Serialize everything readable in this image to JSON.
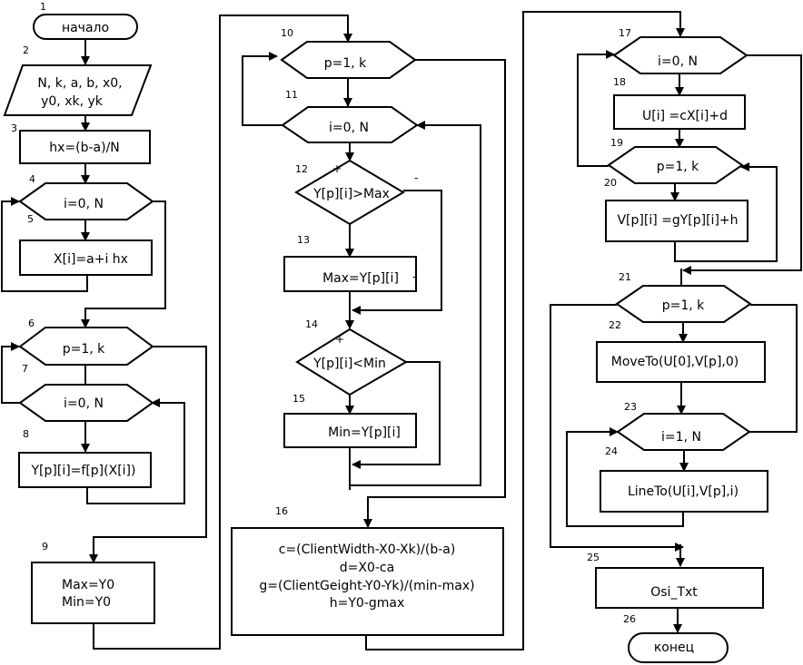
{
  "blocks": [
    {
      "num": "1",
      "lines": [
        "начало"
      ]
    },
    {
      "num": "2",
      "lines": [
        "N, k, a, b, x0,",
        "y0, xk, yk"
      ]
    },
    {
      "num": "3",
      "lines": [
        "hx=(b-a)/N"
      ]
    },
    {
      "num": "4",
      "lines": [
        "i=0, N"
      ]
    },
    {
      "num": "5",
      "lines": [
        "X[i]=a+i hx"
      ]
    },
    {
      "num": "6",
      "lines": [
        "p=1, k"
      ]
    },
    {
      "num": "7",
      "lines": [
        "i=0, N"
      ]
    },
    {
      "num": "8",
      "lines": [
        "Y[p][i]=f[p](X[i])"
      ]
    },
    {
      "num": "9",
      "lines": [
        "Max=Y0",
        "Min=Y0"
      ]
    },
    {
      "num": "10",
      "lines": [
        "p=1, k"
      ]
    },
    {
      "num": "11",
      "lines": [
        "i=0, N"
      ]
    },
    {
      "num": "12",
      "lines": [
        "Y[p][i]>Max"
      ]
    },
    {
      "num": "13",
      "lines": [
        "Max=Y[p][i]"
      ]
    },
    {
      "num": "14",
      "lines": [
        "Y[p][i]<Min"
      ]
    },
    {
      "num": "15",
      "lines": [
        "Min=Y[p][i]"
      ]
    },
    {
      "num": "16",
      "lines": [
        "c=(ClientWidth-X0-Xk)/(b-a)",
        "d=X0-ca",
        "g=(ClientGeight-Y0-Yk)/(min-max)",
        "h=Y0-gmax"
      ]
    },
    {
      "num": "17",
      "lines": [
        "i=0, N"
      ]
    },
    {
      "num": "18",
      "lines": [
        "U[i] =cX[i]+d"
      ]
    },
    {
      "num": "19",
      "lines": [
        "p=1, k"
      ]
    },
    {
      "num": "20",
      "lines": [
        "V[p][i] =gY[p][i]+h"
      ]
    },
    {
      "num": "21",
      "lines": [
        "p=1, k"
      ]
    },
    {
      "num": "22",
      "lines": [
        "MoveTo(U[0],V[p],0)"
      ]
    },
    {
      "num": "23",
      "lines": [
        "i=1, N"
      ]
    },
    {
      "num": "24",
      "lines": [
        "LineTo(U[i],V[p],i)"
      ]
    },
    {
      "num": "25",
      "lines": [
        "Osi_Txt"
      ]
    },
    {
      "num": "26",
      "lines": [
        "конец"
      ]
    }
  ],
  "signs": {
    "plus": "+",
    "minus": "-"
  }
}
